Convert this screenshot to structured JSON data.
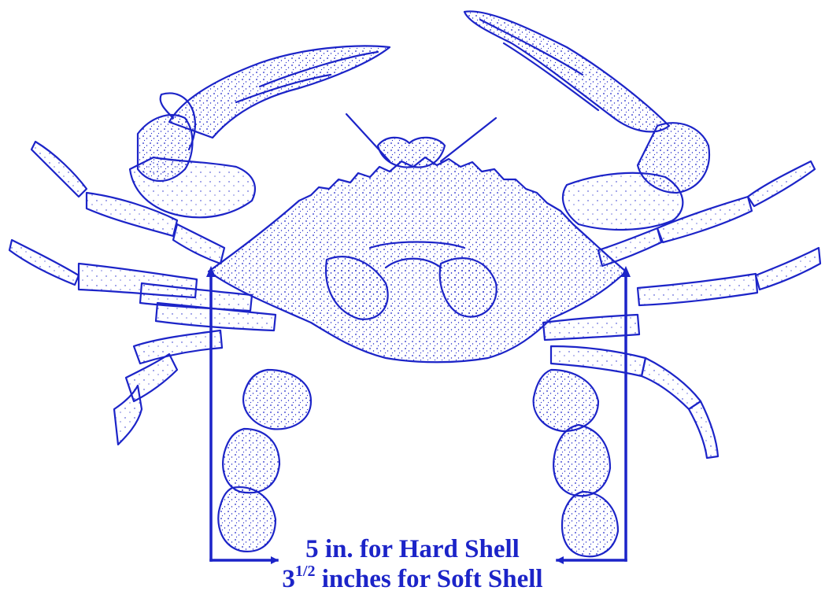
{
  "colors": {
    "ink": "#1c24c8",
    "background": "#ffffff"
  },
  "caption": {
    "hard_shell": "5 in. for Hard Shell",
    "soft_whole": "3",
    "soft_fraction": "1/2",
    "soft_rest": " inches for Soft Shell"
  }
}
